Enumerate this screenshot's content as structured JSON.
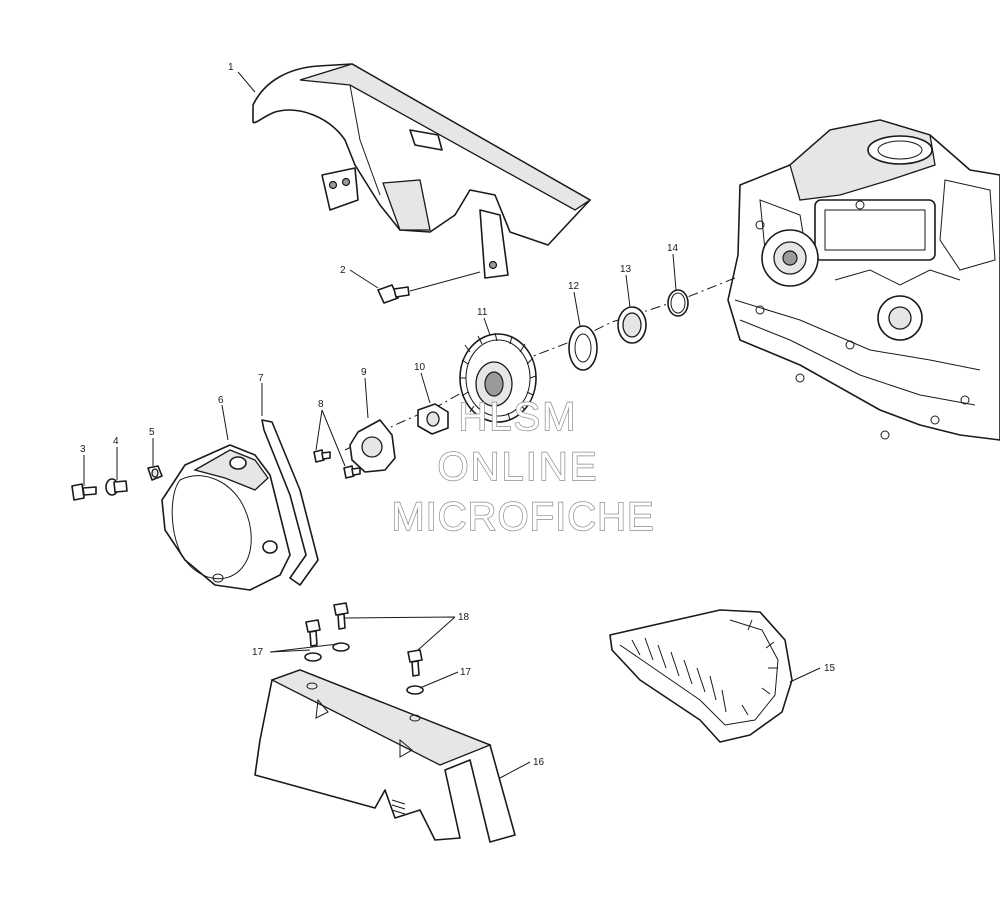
{
  "callouts": {
    "c1": "1",
    "c2": "2",
    "c3": "3",
    "c4": "4",
    "c5": "5",
    "c6": "6",
    "c7": "7",
    "c8": "8",
    "c9": "9",
    "c10": "10",
    "c11": "11",
    "c12": "12",
    "c13": "13",
    "c14": "14",
    "c15": "15",
    "c16": "16",
    "c17a": "17",
    "c17b": "17",
    "c18": "18"
  },
  "watermark": {
    "line1": "HLSM",
    "line2": "ONLINE",
    "line3": "MICROFICHE"
  },
  "colors": {
    "line": "#1a1a1a",
    "watermark_outline": "#8c8c8c"
  }
}
